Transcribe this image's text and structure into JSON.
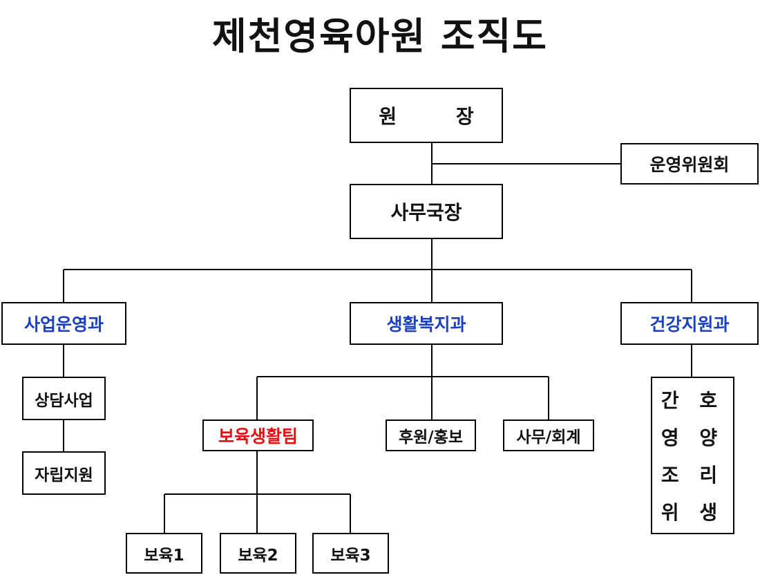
{
  "title": "제천영육아원 조직도",
  "colors": {
    "dept": "#1a3fc4",
    "team": "#e01010",
    "text": "#111111",
    "line": "#000000"
  },
  "nodes": {
    "director": "원 장",
    "committee": "운영위원회",
    "secretary_general": "사무국장",
    "dept_business": "사업운영과",
    "dept_welfare": "생활복지과",
    "dept_health": "건강지원과",
    "counseling": "상담사업",
    "independence": "자립지원",
    "childcare_team": "보육생활팀",
    "sponsorship": "후원/홍보",
    "accounting": "사무/회계",
    "childcare1": "보육1",
    "childcare2": "보육2",
    "childcare3": "보육3",
    "health_lines": [
      "간 호",
      "영 양",
      "조 리",
      "위 생"
    ]
  }
}
